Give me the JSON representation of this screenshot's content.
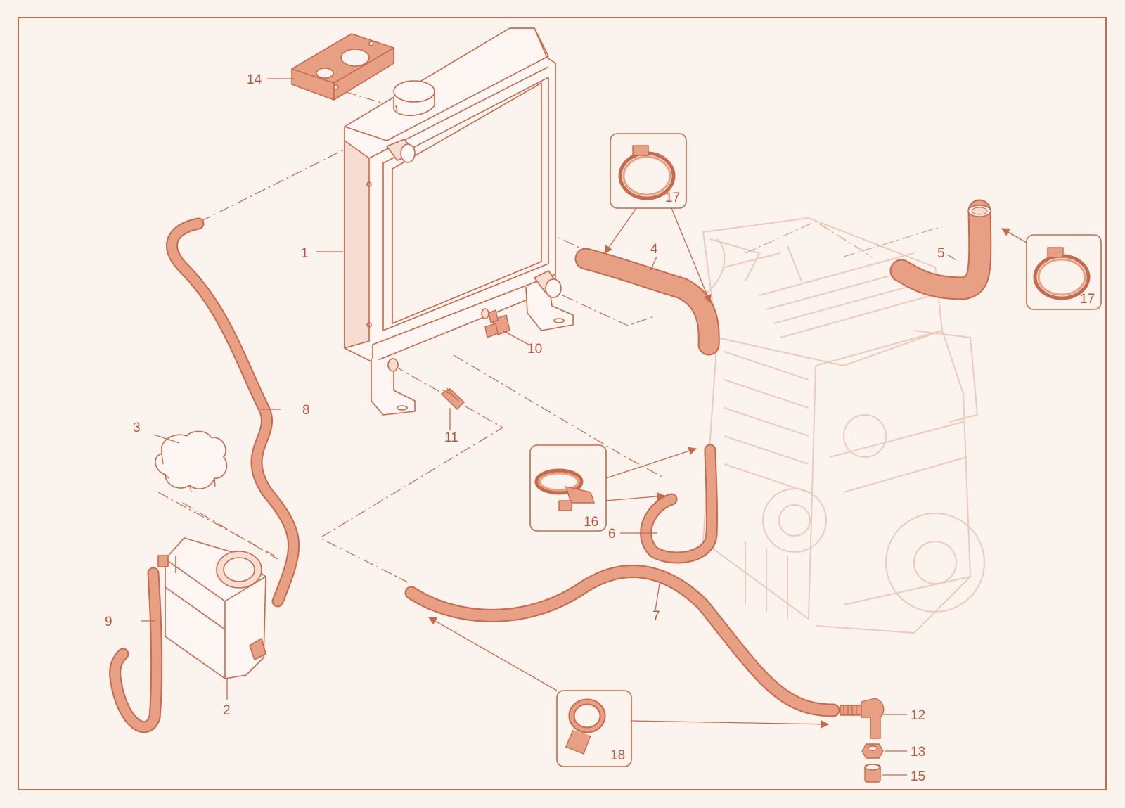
{
  "colors": {
    "background": "#fbf3ee",
    "line": "#c8694a",
    "fill": "#e8a085",
    "fill_light": "#f6ddd1",
    "engine": "#eccbbb",
    "label": "#b9573a"
  },
  "callouts": [
    {
      "id": "1",
      "text": "1",
      "part": "radiator"
    },
    {
      "id": "2",
      "text": "2",
      "part": "expansion-tank"
    },
    {
      "id": "3",
      "text": "3",
      "part": "tank-cap"
    },
    {
      "id": "4",
      "text": "4",
      "part": "upper-radiator-hose"
    },
    {
      "id": "5",
      "text": "5",
      "part": "bent-pipe"
    },
    {
      "id": "6",
      "text": "6",
      "part": "bypass-hose"
    },
    {
      "id": "7",
      "text": "7",
      "part": "lower-hose"
    },
    {
      "id": "8",
      "text": "8",
      "part": "overflow-hose"
    },
    {
      "id": "9",
      "text": "9",
      "part": "tank-drain-hose"
    },
    {
      "id": "10",
      "text": "10",
      "part": "elbow-fitting"
    },
    {
      "id": "11",
      "text": "11",
      "part": "drain-plug"
    },
    {
      "id": "12",
      "text": "12",
      "part": "elbow-connector"
    },
    {
      "id": "13",
      "text": "13",
      "part": "nut"
    },
    {
      "id": "14",
      "text": "14",
      "part": "sleeve"
    },
    {
      "id": "15",
      "text": "15",
      "part": "mounting-bracket"
    },
    {
      "id": "16",
      "text": "16",
      "part": "worm-clamp"
    },
    {
      "id": "17a",
      "text": "17",
      "part": "hose-clamp"
    },
    {
      "id": "17b",
      "text": "17",
      "part": "hose-clamp"
    },
    {
      "id": "18",
      "text": "18",
      "part": "spring-clip"
    }
  ]
}
